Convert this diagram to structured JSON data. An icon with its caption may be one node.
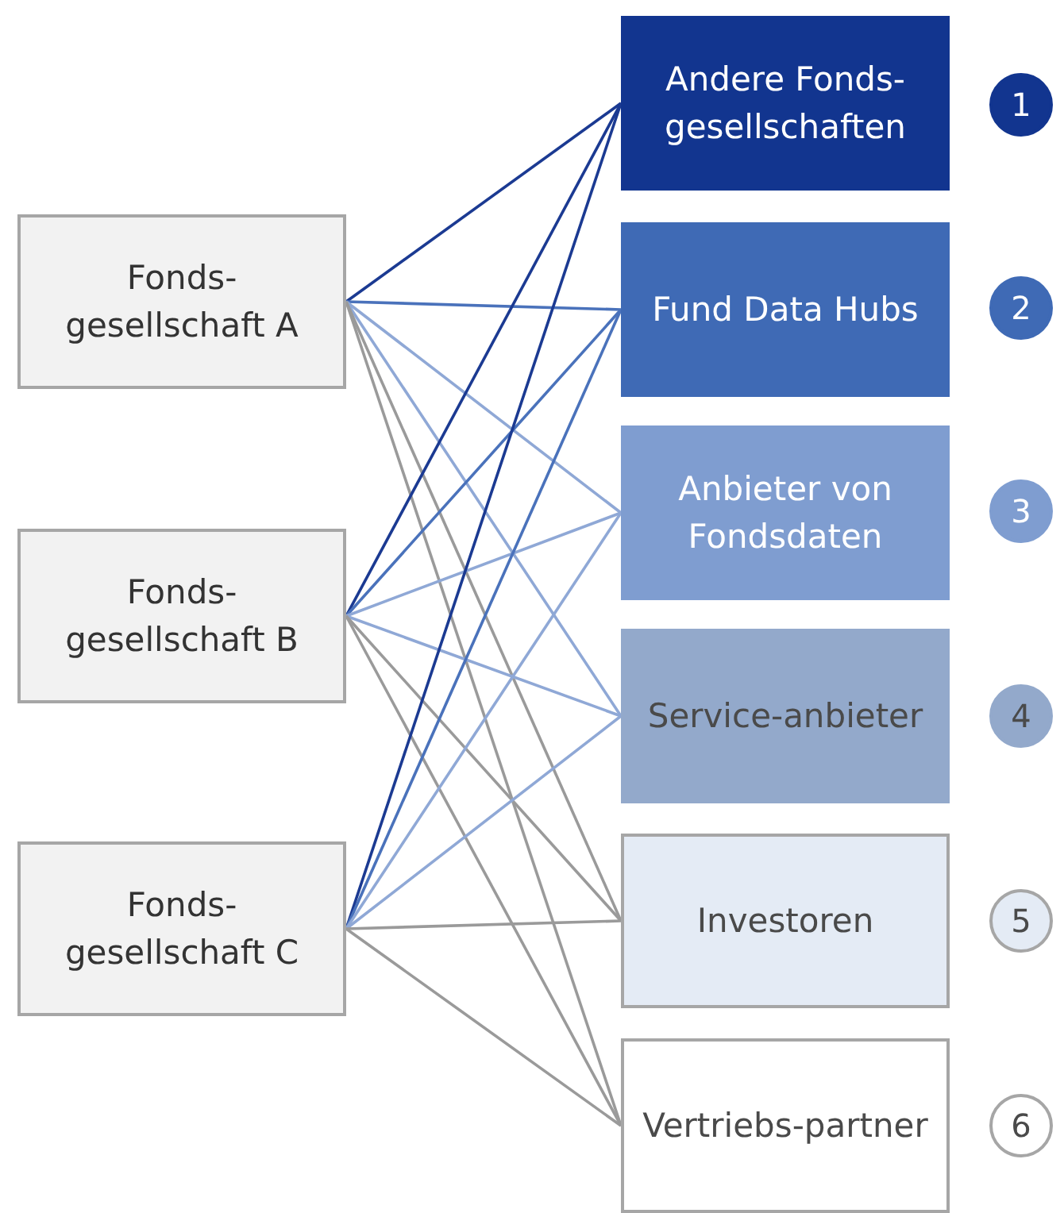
{
  "diagram": {
    "nodes": [
      {
        "text": [
          "Fonds-gesellschaft A"
        ]
      },
      {
        "text": [
          "Fonds-gesellschaft B"
        ]
      },
      {
        "text": [
          "Fonds-gesellschaft C"
        ]
      },
      {
        "text": [
          "Andere Fonds-gesellschaften"
        ]
      },
      {
        "text": [
          "Fund Data Hubs"
        ]
      },
      {
        "text": [
          "Anbieter von Fondsdaten"
        ]
      },
      {
        "text": [
          "Service-anbieter"
        ]
      },
      {
        "text": [
          "Investoren"
        ]
      },
      {
        "text": [
          "Vertriebs-partner"
        ]
      },
      {
        "text": [
          "1"
        ]
      },
      {
        "text": [
          "2"
        ]
      },
      {
        "text": [
          "3"
        ]
      },
      {
        "text": [
          "4"
        ]
      },
      {
        "text": [
          "5"
        ]
      },
      {
        "text": [
          "6"
        ]
      }
    ],
    "edges": [
      {
        "from": 0,
        "to": 3,
        "arrow": "none",
        "color": "#1b3a92"
      },
      {
        "from": 0,
        "to": 4,
        "arrow": "none",
        "color": "#4a72bb"
      },
      {
        "from": 0,
        "to": 5,
        "arrow": "none",
        "color": "#8fa8d6"
      },
      {
        "from": 0,
        "to": 6,
        "arrow": "none",
        "color": "#8fa8d6"
      },
      {
        "from": 0,
        "to": 7,
        "arrow": "none"
      },
      {
        "from": 0,
        "to": 8,
        "arrow": "none"
      },
      {
        "from": 1,
        "to": 3,
        "arrow": "none",
        "color": "#1b3a92"
      },
      {
        "from": 1,
        "to": 4,
        "arrow": "none",
        "color": "#4a72bb"
      },
      {
        "from": 1,
        "to": 5,
        "arrow": "none",
        "color": "#8fa8d6"
      },
      {
        "from": 1,
        "to": 6,
        "arrow": "none",
        "color": "#8fa8d6"
      },
      {
        "from": 1,
        "to": 7,
        "arrow": "none"
      },
      {
        "from": 1,
        "to": 8,
        "arrow": "none"
      },
      {
        "from": 2,
        "to": 3,
        "arrow": "none",
        "color": "#1b3a92"
      },
      {
        "from": 2,
        "to": 4,
        "arrow": "none",
        "color": "#4a72bb"
      },
      {
        "from": 2,
        "to": 5,
        "arrow": "none",
        "color": "#8fa8d6"
      },
      {
        "from": 2,
        "to": 6,
        "arrow": "none",
        "color": "#8fa8d6"
      },
      {
        "from": 2,
        "to": 7,
        "arrow": "none"
      },
      {
        "from": 2,
        "to": 8,
        "arrow": "none"
      }
    ]
  }
}
